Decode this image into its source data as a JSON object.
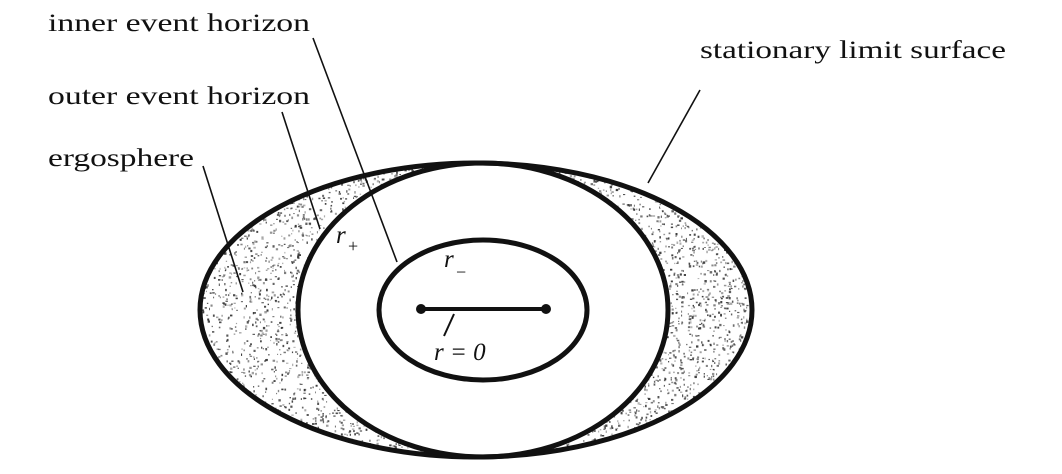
{
  "labels": {
    "inner_event_horizon": "inner event horizon",
    "outer_event_horizon": "outer event horizon",
    "ergosphere": "ergosphere",
    "stationary_limit_surface": "stationary limit surface"
  },
  "math": {
    "r_plus": "r",
    "r_plus_sub": "+",
    "r_minus": "r",
    "r_minus_sub": "−",
    "singularity": "r = 0"
  },
  "colors": {
    "stroke": "#111111",
    "background": "#ffffff",
    "stipple": "#333333"
  }
}
